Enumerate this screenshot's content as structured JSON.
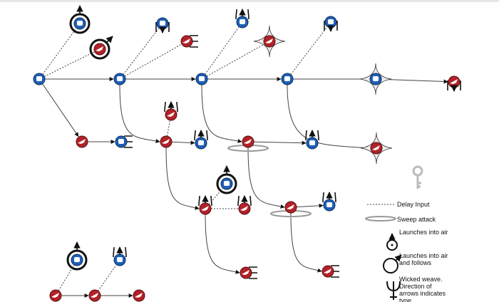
{
  "legend": {
    "delay_input": "Delay Input",
    "sweep_attack": "Sweep attack",
    "launches_into_air": "Launches into air",
    "launches_and_follows": "Launches into air and follows",
    "wicked_weave": "Wicked weave. Direction of arrows indicates type."
  },
  "colors": {
    "punch": "#1f5fb5",
    "kick": "#b32228",
    "line": "#333333",
    "sweep": "#999999"
  }
}
